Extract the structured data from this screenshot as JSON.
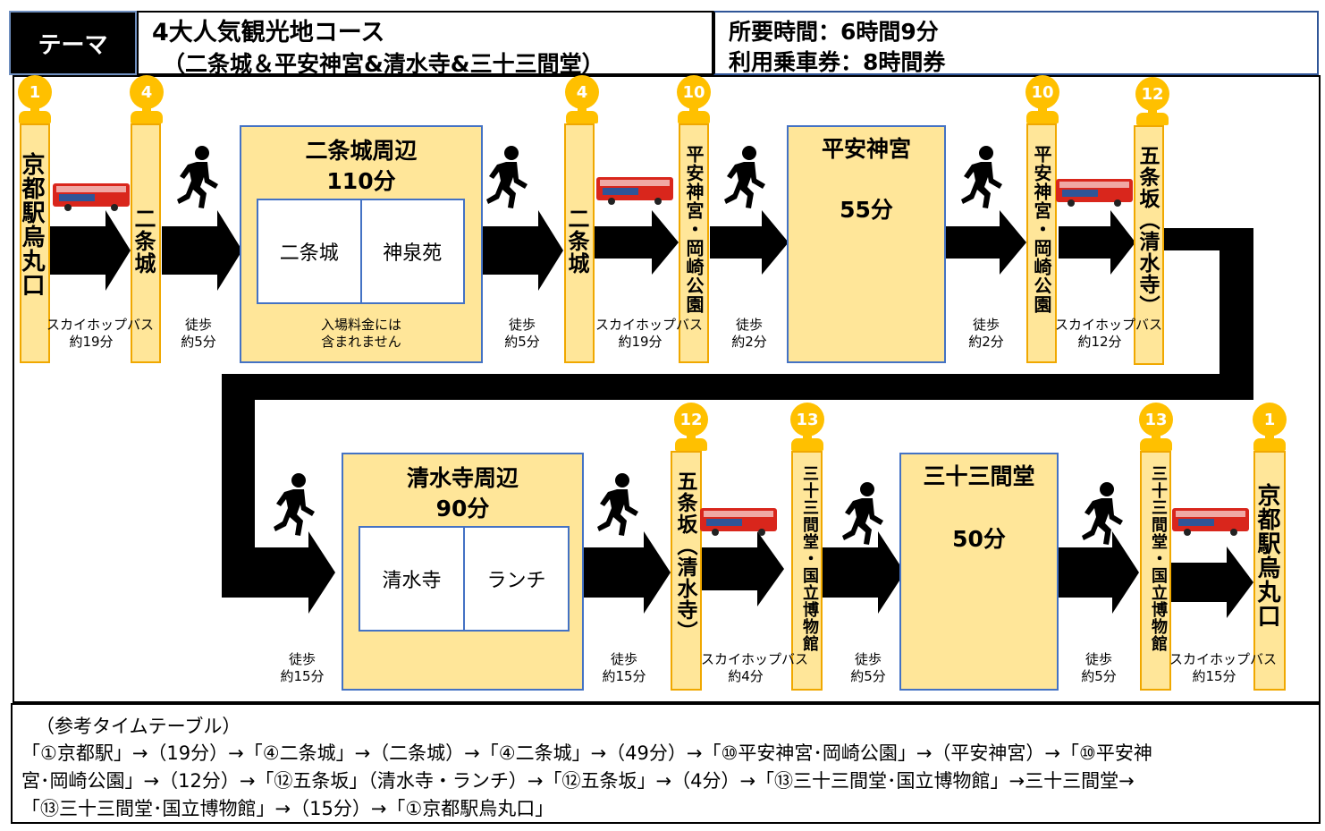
{
  "header": {
    "theme_tag": "テーマ",
    "course_title": "4大人気観光地コース",
    "course_subtitle": "（二条城＆平安神宮&清水寺&三十三間堂）",
    "time_required": "所要時間：6時間9分",
    "ticket": "利用乗車券：8時間券"
  },
  "row1": {
    "stops": [
      {
        "num": "1",
        "name": "京都駅烏丸口"
      },
      {
        "num": "4",
        "name": "二条城"
      },
      {
        "num": "4",
        "name": "二条城"
      },
      {
        "num": "10",
        "name": "平安神宮・岡崎公園"
      },
      {
        "num": "10",
        "name": "平安神宮・岡崎公園"
      },
      {
        "num": "12",
        "name": "五条坂（清水寺）"
      }
    ],
    "activities": [
      {
        "title": "二条城周辺",
        "duration": "110分",
        "spots": [
          "二条城",
          "神泉苑"
        ],
        "note1": "入場料金には",
        "note2": "含まれません"
      },
      {
        "title": "平安神宮",
        "duration": "55分"
      }
    ],
    "moves": [
      {
        "l1": "スカイホップバス",
        "l2": "約19分"
      },
      {
        "l1": "徒歩",
        "l2": "約5分"
      },
      {
        "l1": "徒歩",
        "l2": "約5分"
      },
      {
        "l1": "スカイホップバス",
        "l2": "約19分"
      },
      {
        "l1": "徒歩",
        "l2": "約2分"
      },
      {
        "l1": "徒歩",
        "l2": "約2分"
      },
      {
        "l1": "スカイホップバス",
        "l2": "約12分"
      }
    ]
  },
  "row2": {
    "stops": [
      {
        "num": "12",
        "name": "五条坂（清水寺）"
      },
      {
        "num": "13",
        "name": "三十三間堂・国立博物館"
      },
      {
        "num": "13",
        "name": "三十三間堂・国立博物館"
      },
      {
        "num": "1",
        "name": "京都駅烏丸口"
      }
    ],
    "activities": [
      {
        "title": "清水寺周辺",
        "duration": "90分",
        "spots": [
          "清水寺",
          "ランチ"
        ]
      },
      {
        "title": "三十三間堂",
        "duration": "50分"
      }
    ],
    "moves": [
      {
        "l1": "徒歩",
        "l2": "約15分"
      },
      {
        "l1": "徒歩",
        "l2": "約15分"
      },
      {
        "l1": "スカイホップバス",
        "l2": "約4分"
      },
      {
        "l1": "徒歩",
        "l2": "約5分"
      },
      {
        "l1": "徒歩",
        "l2": "約5分"
      },
      {
        "l1": "スカイホップバス",
        "l2": "約15分"
      }
    ]
  },
  "reference": {
    "title": "（参考タイムテーブル）",
    "lines": [
      "「①京都駅」→（19分）→「④二条城」→（二条城）→「④二条城」→（49分）→「⑩平安神宮･岡崎公園」→（平安神宮）→「⑩平安神",
      "宮･岡崎公園」→（12分）→「⑫五条坂」（清水寺・ランチ）→「⑫五条坂」→（4分）→「⑬三十三間堂･国立博物館」→三十三間堂→",
      "「⑬三十三間堂･国立博物館」→（15分）→「①京都駅烏丸口」"
    ]
  },
  "colors": {
    "stop_fill": "#ffe699",
    "stop_border": "#f0a800",
    "pin": "#ffc000",
    "box_border": "#4472c4",
    "bus_red": "#d9261c"
  }
}
